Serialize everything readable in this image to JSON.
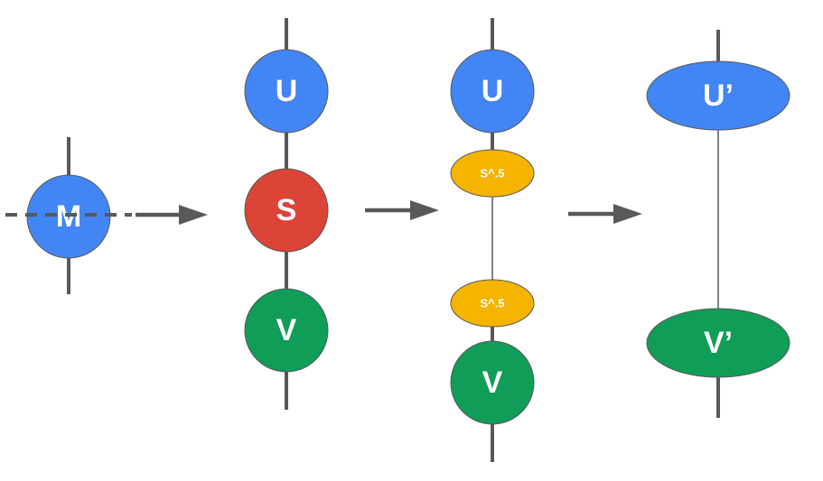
{
  "colors": {
    "blue": "#4285f4",
    "red": "#db4437",
    "green": "#0f9d58",
    "yellow": "#f4b400",
    "wire": "#595959",
    "label": "#ffffff"
  },
  "stages": [
    {
      "nodes": [
        {
          "label": "M",
          "color": "blue"
        }
      ]
    },
    {
      "nodes": [
        {
          "label": "U",
          "color": "blue"
        },
        {
          "label": "S",
          "color": "red"
        },
        {
          "label": "V",
          "color": "green"
        }
      ]
    },
    {
      "nodes": [
        {
          "label": "U",
          "color": "blue"
        },
        {
          "label": "S^.5",
          "color": "yellow"
        },
        {
          "label": "S^.5",
          "color": "yellow"
        },
        {
          "label": "V",
          "color": "green"
        }
      ]
    },
    {
      "nodes": [
        {
          "label": "U’",
          "color": "blue"
        },
        {
          "label": "V’",
          "color": "green"
        }
      ]
    }
  ]
}
